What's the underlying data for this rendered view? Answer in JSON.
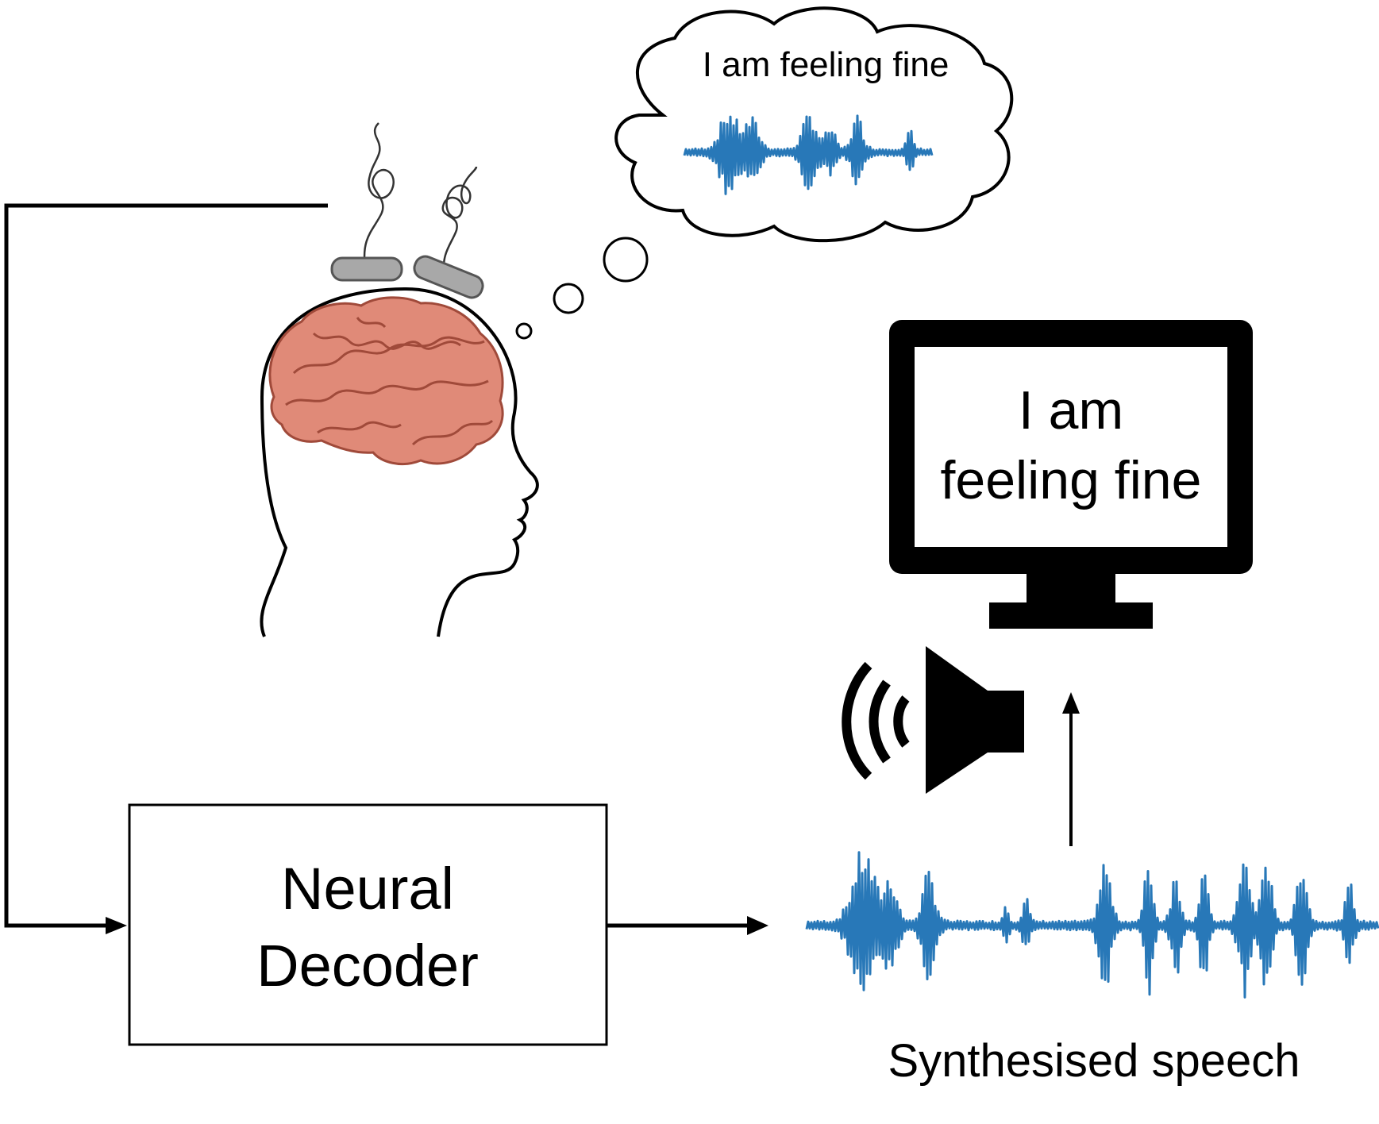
{
  "thought_bubble": {
    "text": "I am feeling fine"
  },
  "monitor": {
    "line1": "I am",
    "line2": "feeling fine"
  },
  "decoder": {
    "line1": "Neural",
    "line2": "Decoder"
  },
  "output": {
    "caption": "Synthesised speech"
  },
  "colors": {
    "waveform": "#2878b8",
    "brain": "#e08a78",
    "brain_outline": "#a04a3a",
    "electrode": "#a8a8a8"
  },
  "icons": {
    "speaker": "speaker-icon",
    "monitor": "monitor-icon",
    "brain": "brain-icon"
  }
}
